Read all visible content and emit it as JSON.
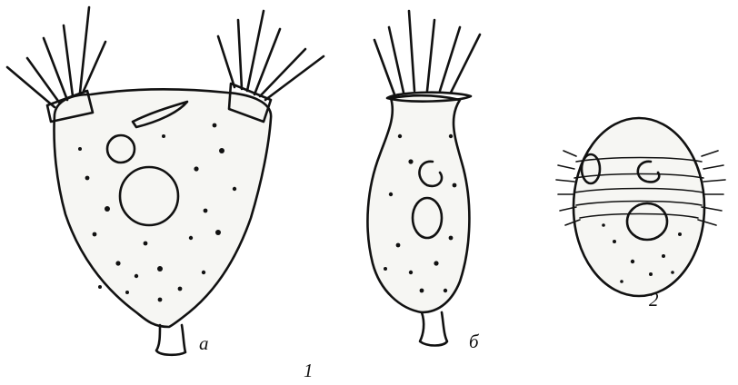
{
  "labels": {
    "a": "a",
    "b": "б",
    "two": "2",
    "one": "1"
  },
  "organisms": [
    {
      "key": "figure-1a",
      "description_label": "a"
    },
    {
      "key": "figure-1b",
      "description_label": "б"
    },
    {
      "key": "figure-2",
      "description_label": "2"
    }
  ],
  "colors": {
    "ink": "#111111",
    "paper": "#ffffff"
  }
}
